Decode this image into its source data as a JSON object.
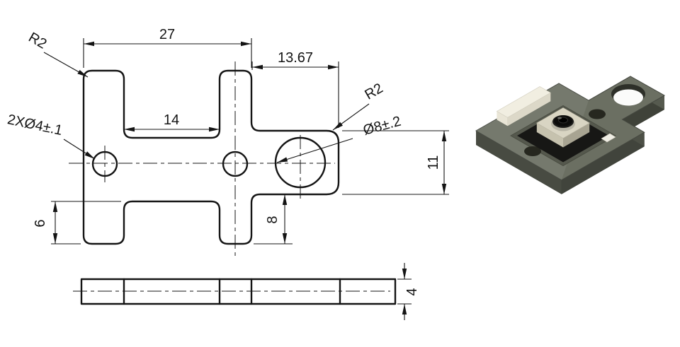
{
  "front_view": {
    "dim_overall_width": "27",
    "dim_ear_width": "13.67",
    "dim_slot_width": "14",
    "dim_ear_height": "11",
    "dim_hole_edge_offset": "8",
    "dim_leg_extension": "6",
    "note_fillet_left": "R2",
    "note_fillet_right": "R2",
    "note_small_holes": "2XØ4±.1",
    "note_large_hole": "Ø8±.2"
  },
  "side_view": {
    "dim_thickness": "4"
  },
  "colors": {
    "line": "#141414",
    "background": "#ffffff",
    "plate_top": "#6b6f62",
    "plate_side_sw": "#484b42",
    "plate_side_se": "#41443c",
    "plate_bottom": "#3a3d35",
    "module_pcb": "#171715",
    "module_housing": "#d9d5c3",
    "connector": "#f1eee1",
    "lens": "#0c0c0b"
  }
}
